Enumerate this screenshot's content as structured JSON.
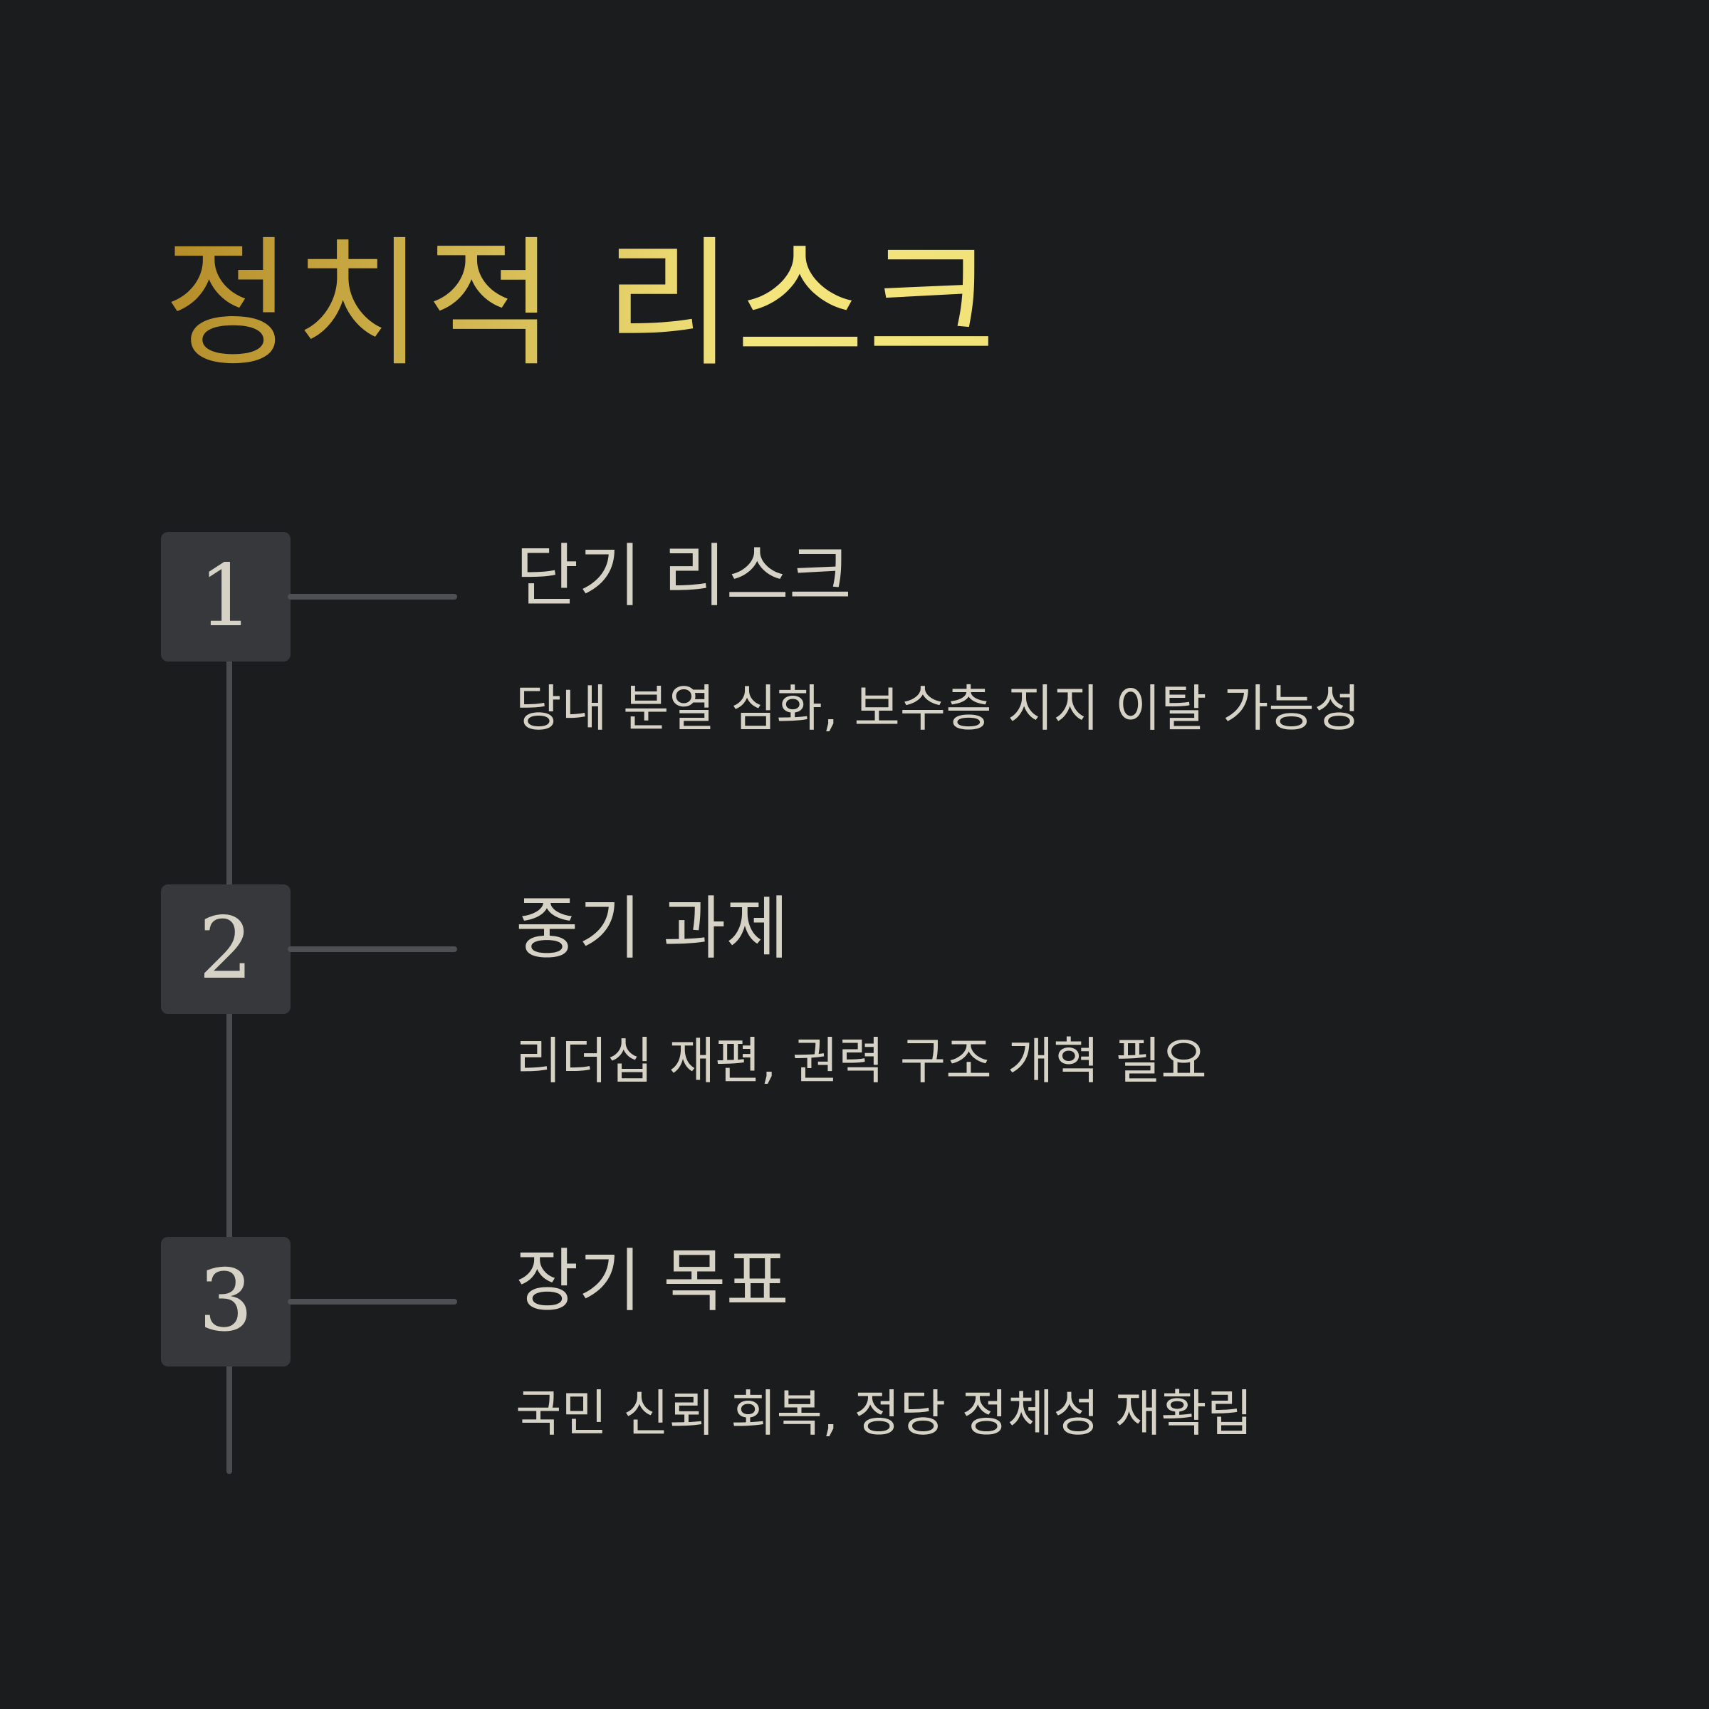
{
  "title": "정치적 리스크",
  "steps": [
    {
      "number": "1",
      "title": "단기 리스크",
      "description": "당내 분열 심화, 보수층 지지 이탈 가능성"
    },
    {
      "number": "2",
      "title": "중기 과제",
      "description": "리더십 재편, 권력 구조 개혁 필요"
    },
    {
      "number": "3",
      "title": "장기 목표",
      "description": "국민 신뢰 회복, 정당 정체성 재확립"
    }
  ],
  "colors": {
    "background": "#1b1c1e",
    "title_gradient": [
      "#b48c28",
      "#f2e27a"
    ],
    "text": "#d6d2c6",
    "box": "#37383b",
    "line": "#4a4b4e"
  }
}
